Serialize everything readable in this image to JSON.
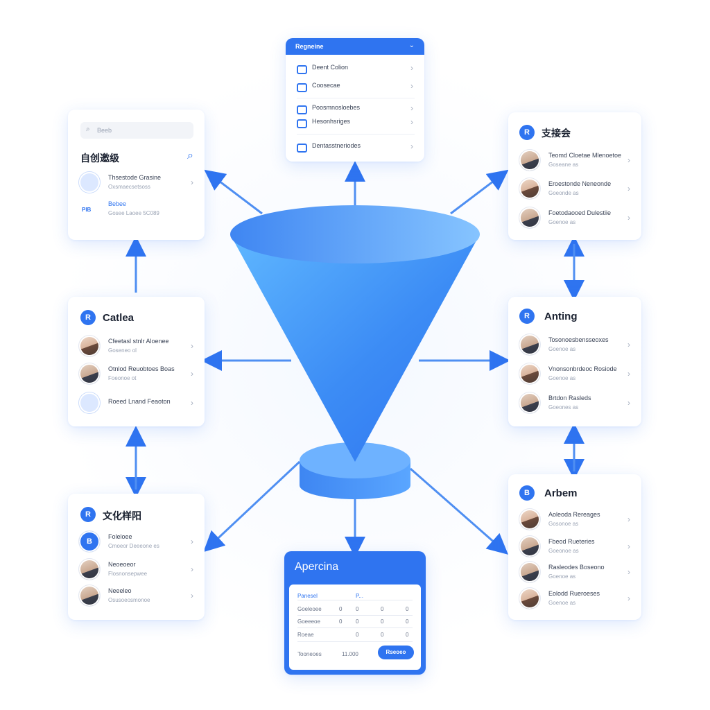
{
  "colors": {
    "accent": "#2f74f0",
    "accent_light": "#7db7ff",
    "card_bg": "#ffffff",
    "text": "#1d2433",
    "muted": "#9aa3b4"
  },
  "menu_card": {
    "header": "Regneine",
    "header_icon": "chevron-down-icon",
    "items": [
      {
        "label": "Deent Colion",
        "icon": "folder-icon"
      },
      {
        "label": "Coosecae",
        "icon": "chat-icon"
      },
      {
        "label": "Poosmnosloebes",
        "icon": "calendar-icon"
      },
      {
        "label": "Hesonhsriges",
        "icon": "inbox-icon"
      },
      {
        "label": "Dentasstneriodes",
        "icon": "document-icon"
      }
    ]
  },
  "search_card": {
    "search_placeholder": "Beeb",
    "title": "自创邀级",
    "rows": [
      {
        "name": "Thsestode Grasine",
        "sub": "Oxsmaecsetsoss"
      },
      {
        "name": "Bebee",
        "sub": "Gosee Laoee 5C089",
        "badge": "PIB"
      }
    ]
  },
  "top_right_card": {
    "badge": "R",
    "title": "支接会",
    "rows": [
      {
        "name": "Teomd Cloetae Mlenoetoe",
        "sub": "Goseane as"
      },
      {
        "name": "Eroestonde Neneonde",
        "sub": "Goeonde as"
      },
      {
        "name": "Foetodaooed Dulestiie",
        "sub": "Goenoe as"
      }
    ]
  },
  "left_mid_card": {
    "badge": "R",
    "title": "Catlea",
    "rows": [
      {
        "name": "Cfeetasl stnlr Aloenee",
        "sub": "Goseneo ol"
      },
      {
        "name": "Otnlod Reuobtoes Boas",
        "sub": "Foeonoe ot"
      },
      {
        "name": "Roeed Lnand Feaoton",
        "sub": ""
      }
    ]
  },
  "right_mid_card": {
    "badge": "R",
    "title": "Anting",
    "rows": [
      {
        "name": "Tosonoesbensseoxes",
        "sub": "Goenoe as"
      },
      {
        "name": "Vnonsonbrdeoc Rosiode",
        "sub": "Goenoe as"
      },
      {
        "name": "Brtdon Rasleds",
        "sub": "Goeones as"
      }
    ]
  },
  "bottom_left_card": {
    "badge": "R",
    "title": "文化样阳",
    "rows": [
      {
        "name": "Foleloee",
        "sub": "Cmoeor Deeeone es",
        "badge": "B"
      },
      {
        "name": "Neoeoeor",
        "sub": "Flosnonsepwee"
      },
      {
        "name": "Neeeleo",
        "sub": "Osusoeosmonoe"
      }
    ]
  },
  "bottom_right_card": {
    "badge": "B",
    "title": "Arbem",
    "rows": [
      {
        "name": "Aoleoda Rereages",
        "sub": "Gosonoe as"
      },
      {
        "name": "Fbeod Rueteries",
        "sub": "Goeonoe as"
      },
      {
        "name": "Rasleodes Boseono",
        "sub": "Goenoe as"
      },
      {
        "name": "Eolodd Rueroeses",
        "sub": "Goenoe as"
      }
    ]
  },
  "apertina_card": {
    "title": "Apercina",
    "table_header": [
      "Panesel",
      "P..."
    ],
    "rows": [
      {
        "label": "Goeleoee",
        "cols": [
          "0",
          "0",
          "0",
          "0"
        ]
      },
      {
        "label": "Goeeeoe",
        "cols": [
          "0",
          "0",
          "0",
          "0"
        ]
      },
      {
        "label": "Roeae",
        "cols": [
          "0",
          "0",
          "0"
        ]
      }
    ],
    "footer_label": "Tooneoes",
    "footer_value": "11.000",
    "button": "Rseoeo"
  }
}
